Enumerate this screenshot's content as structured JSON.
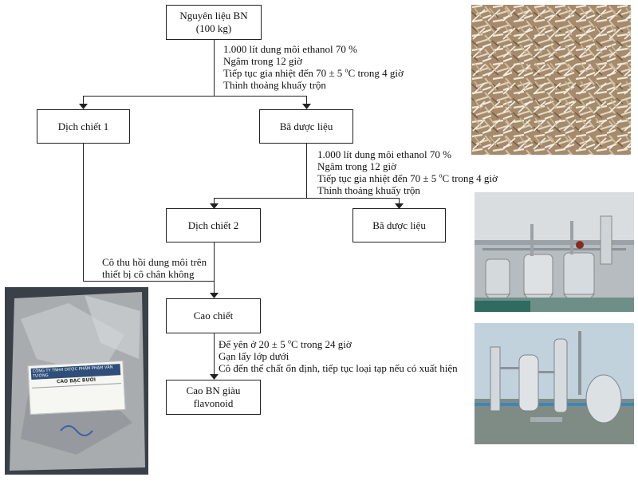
{
  "boxes": {
    "raw_material": [
      "Nguyên liệu BN",
      "(100 kg)"
    ],
    "extract_1": "Dịch chiết 1",
    "residue_1": "Bã dược liệu",
    "extract_2": "Dịch chiết 2",
    "residue_2": "Bã dược liệu",
    "crude_extract": "Cao chiết",
    "final_product": [
      "Cao BN giàu",
      "flavonoid"
    ]
  },
  "steps": {
    "extraction_1": [
      "1.000 lít dung môi ethanol 70 %",
      "Ngâm trong 12 giờ",
      "Tiếp tục gia nhiệt đến 70 ± 5 oC trong 4 giờ",
      "Thỉnh thoảng khuấy trộn"
    ],
    "extraction_2": [
      "1.000 lít dung môi ethanol 70 %",
      "Ngâm trong 12 giờ",
      "Tiếp tục gia nhiệt đến 70 ± 5 oC trong 4 giờ",
      "Thỉnh thoảng khuấy trộn"
    ],
    "concentration": [
      "Cô thu hồi dung môi trên",
      "thiết bị cô chân không"
    ],
    "purification": [
      "Để yên ở 20 ± 5 oC trong 24 giờ",
      "Gạn lấy lớp dưới",
      "Cô đến thể chất ổn định, tiếp tục loại tạp nếu có xuất hiện"
    ]
  },
  "package_label": {
    "header": "CÔNG TY TNHH DƯỢC PHẨM PHẠM VĂN TƯỜNG",
    "title": "CAO BẠC BƯỚI"
  },
  "colors": {
    "line": "#222222",
    "herb_bg": "#b79f82",
    "foil": "#a9acaf",
    "steel": "#c7ccd0"
  }
}
